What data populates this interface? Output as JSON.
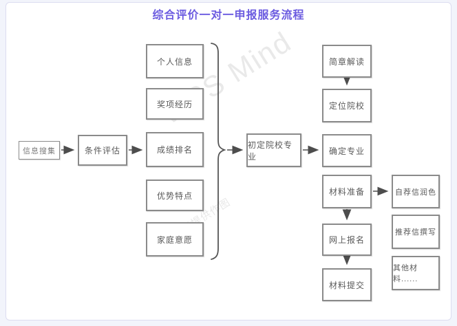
{
  "page": {
    "title": "综合评价一对一申报服务流程"
  },
  "nodes": {
    "info_collect": {
      "label": "信息搜集"
    },
    "condition_eval": {
      "label": "条件评估"
    },
    "personal_info": {
      "label": "个人信息"
    },
    "award_experience": {
      "label": "奖项经历"
    },
    "grade_ranking": {
      "label": "成绩排名"
    },
    "advantages": {
      "label": "优势特点"
    },
    "family_wishes": {
      "label": "家庭意愿"
    },
    "initial_school_major": {
      "label": "初定院校专业"
    },
    "brochure_reading": {
      "label": "简章解读"
    },
    "school_positioning": {
      "label": "定位院校"
    },
    "confirm_major": {
      "label": "确定专业"
    },
    "material_preparation": {
      "label": "材料准备"
    },
    "online_registration": {
      "label": "网上报名"
    },
    "material_submission": {
      "label": "材料提交"
    },
    "self_letter_polish": {
      "label": "自荐信润色"
    },
    "rec_letter_writing": {
      "label": "推荐信撰写"
    },
    "other_materials": {
      "label": "其他材料......"
    }
  },
  "watermark": {
    "brand": "WPS Mind",
    "note": "WPS汉提供作图"
  },
  "colors": {
    "title": "#6b5be0",
    "box_border": "#8a8a8a",
    "box_text": "#595959",
    "arrow": "#4d4d4d",
    "card_border": "#dcdcf0",
    "page_background": "#f2f4fb"
  }
}
